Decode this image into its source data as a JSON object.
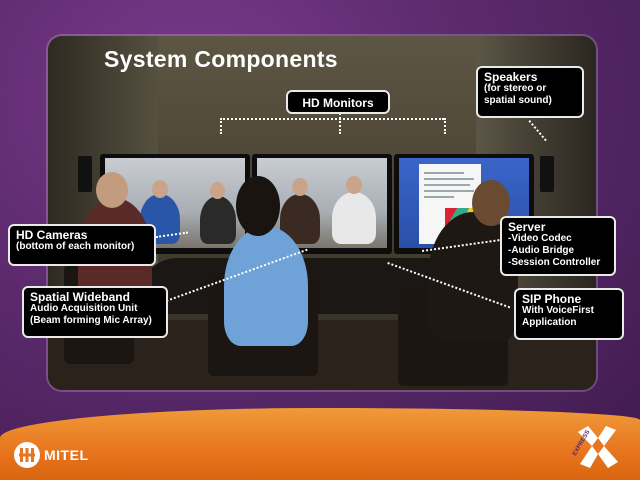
{
  "slide": {
    "title": "System Components"
  },
  "callouts": {
    "hd_monitors": {
      "heading": "HD Monitors"
    },
    "speakers": {
      "heading": "Speakers",
      "lines": [
        "(for stereo or",
        "spatial sound)"
      ]
    },
    "hd_cameras": {
      "heading": "HD Cameras",
      "lines": [
        "(bottom of each monitor)"
      ]
    },
    "server": {
      "heading": "Server",
      "lines": [
        "-Video Codec",
        "-Audio Bridge",
        "-Session Controller"
      ]
    },
    "spatial": {
      "heading": "Spatial Wideband",
      "lines": [
        "Audio Acquisition Unit",
        "(Beam forming Mic Array)"
      ]
    },
    "sip_phone": {
      "heading": "SIP Phone",
      "lines": [
        "With VoiceFirst",
        "Application"
      ]
    }
  },
  "branding": {
    "left_logo_text": "MITEL",
    "right_logo_text": "EXPRESS"
  },
  "colors": {
    "background": "#5b2a6c",
    "footer": "#e8761e",
    "callout_bg": "#000000",
    "callout_border": "#e9e9e9"
  },
  "icons": {
    "left_logo": "mitel-logo-icon",
    "right_logo": "x-express-logo-icon"
  }
}
